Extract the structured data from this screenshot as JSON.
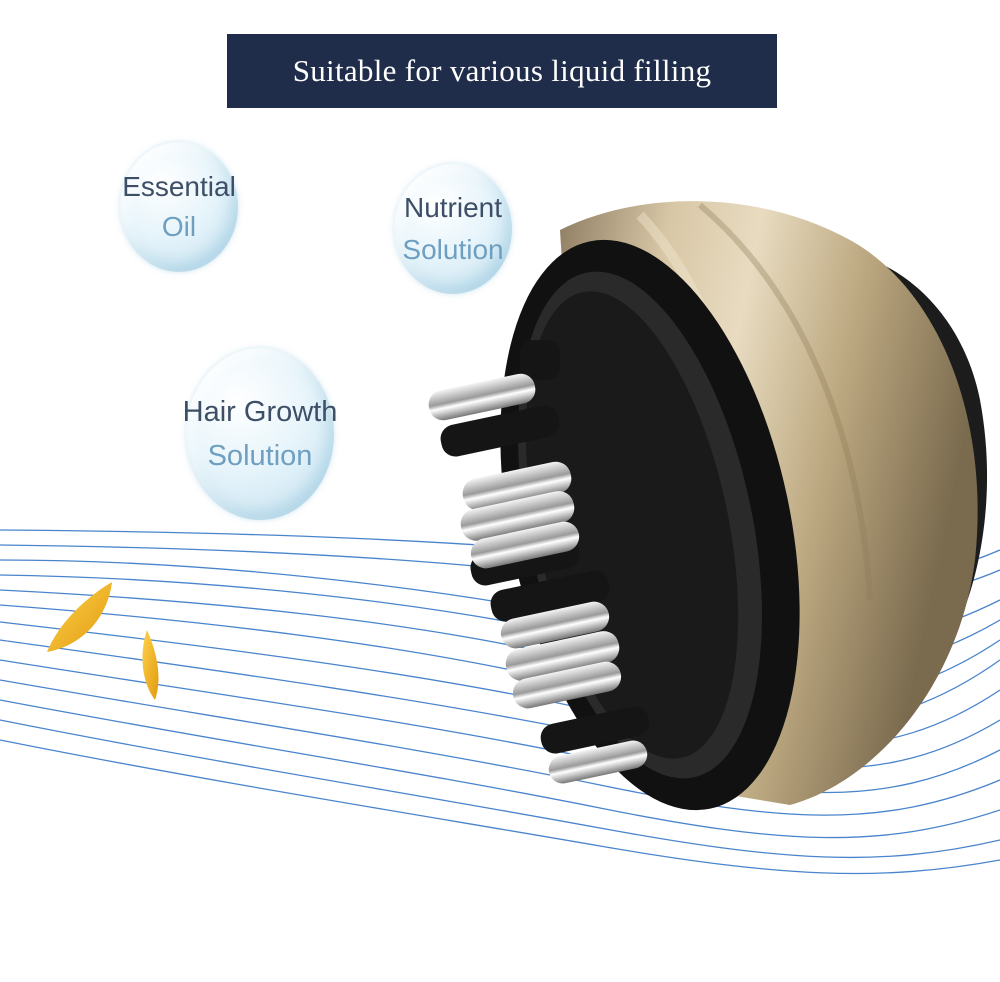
{
  "banner": {
    "text": "Suitable for various liquid filling",
    "bg_color": "#1f2d4a"
  },
  "bubbles": [
    {
      "line1": "Essential",
      "line2": "Oil"
    },
    {
      "line1": "Nutrient",
      "line2": "Solution"
    },
    {
      "line1": "Hair Growth",
      "line2": "Solution"
    }
  ],
  "colors": {
    "wave_lines": "#2a6fc4",
    "device_body": "#cbb897",
    "leaf": "#f2b320"
  }
}
